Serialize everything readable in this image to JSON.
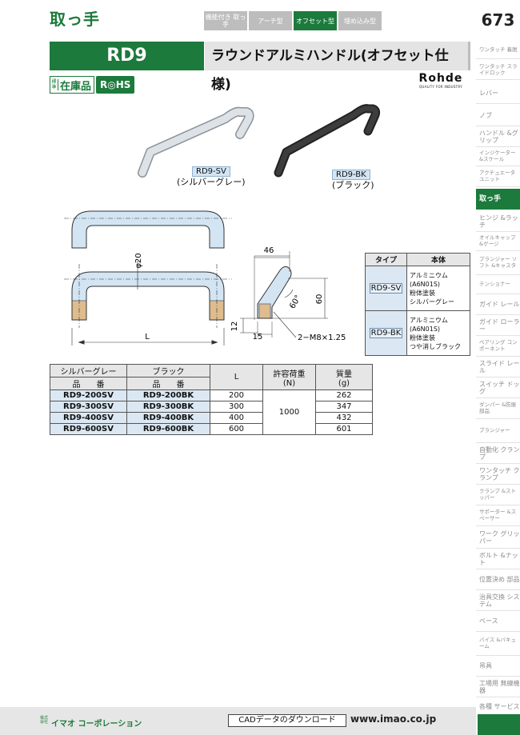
{
  "header": {
    "category": "取っ手",
    "tabs": [
      {
        "label": "機能付き 取っ手",
        "active": false
      },
      {
        "label": "アーチ型",
        "active": false
      },
      {
        "label": "オフセット型",
        "active": true
      },
      {
        "label": "埋め込み型",
        "active": false
      }
    ],
    "page_number": "673"
  },
  "sidebar": {
    "items": [
      {
        "label": "ワンタッチ 着脱"
      },
      {
        "label": "ワンタッチ スライドロック"
      },
      {
        "label": "レバー"
      },
      {
        "label": "ノブ"
      },
      {
        "label": "ハンドル &グリップ"
      },
      {
        "label": "インジケーター &スケール"
      },
      {
        "label": "アクチュエータ ユニット"
      },
      {
        "label": "取っ手"
      },
      {
        "label": "ヒンジ &ラッチ"
      },
      {
        "label": "オイルキャップ &ゲージ"
      },
      {
        "label": "プランジャー ソフト &キャスタ"
      },
      {
        "label": "テンショナー"
      },
      {
        "label": "ガイド レール"
      },
      {
        "label": "ガイド ローラー"
      },
      {
        "label": "ベアリング コンポーネント"
      },
      {
        "label": "スライド レール"
      },
      {
        "label": "スイッチ ドッグ"
      },
      {
        "label": "ダンパー &防振部品"
      },
      {
        "label": "ブランジャー"
      },
      {
        "label": "自動化 クランプ"
      },
      {
        "label": "ワンタッチ クランプ"
      },
      {
        "label": "クランプ &ストッパー"
      },
      {
        "label": "サポーター &スペーサー"
      },
      {
        "label": "ワーク グリッパー"
      },
      {
        "label": "ボルト &ナット"
      },
      {
        "label": "位置決め 部品"
      },
      {
        "label": "治具交換 システム"
      },
      {
        "label": "ベース"
      },
      {
        "label": "バイス &バキューム"
      },
      {
        "label": "吊具"
      },
      {
        "label": "工場用 無線機器"
      },
      {
        "label": "各種 サービス"
      }
    ]
  },
  "title": {
    "code": "RD9",
    "name": "ラウンドアルミハンドル(オフセット仕様)"
  },
  "badges": {
    "stock_small": "標準",
    "stock": "在庫品",
    "rohs": "R◎HS"
  },
  "brand": {
    "name": "Rohde",
    "tagline": "QUALITY FOR INDUSTRY"
  },
  "products": [
    {
      "code": "RD9-SV",
      "color": "(シルバーグレー)",
      "hex": "#d8dde2"
    },
    {
      "code": "RD9-BK",
      "color": "(ブラック)",
      "hex": "#2b2b2b"
    }
  ],
  "drawing": {
    "phi": "φ20",
    "L": "L",
    "dim_46": "46",
    "dim_60": "60",
    "dim_12": "12",
    "dim_15": "15",
    "angle": "60°",
    "thread": "2−M8×1.25"
  },
  "type_table": {
    "headers": [
      "タイプ",
      "本体"
    ],
    "rows": [
      {
        "type": "RD9-SV",
        "body": [
          "アルミニウム",
          "(A6N01S)",
          "粉体塗装",
          "シルバーグレー"
        ]
      },
      {
        "type": "RD9-BK",
        "body": [
          "アルミニウム",
          "(A6N01S)",
          "粉体塗装",
          "つや消しブラック"
        ]
      }
    ]
  },
  "spec_table": {
    "headers": {
      "silver": "シルバーグレー",
      "black": "ブラック",
      "part_no": "品　　番",
      "L": "L",
      "load": "許容荷重",
      "load_unit": "(N)",
      "mass": "質量",
      "mass_unit": "(g)"
    },
    "load_value": "1000",
    "rows": [
      {
        "sv": "RD9-200SV",
        "bk": "RD9-200BK",
        "L": "200",
        "mass": "262"
      },
      {
        "sv": "RD9-300SV",
        "bk": "RD9-300BK",
        "L": "300",
        "mass": "347"
      },
      {
        "sv": "RD9-400SV",
        "bk": "RD9-400BK",
        "L": "400",
        "mass": "432"
      },
      {
        "sv": "RD9-600SV",
        "bk": "RD9-600BK",
        "L": "600",
        "mass": "601"
      }
    ]
  },
  "footer": {
    "corp_small": "株式会社",
    "corp": "イマオ コーポレーション",
    "cad": "CADデータのダウンロード",
    "url": "www.imao.co.jp"
  }
}
